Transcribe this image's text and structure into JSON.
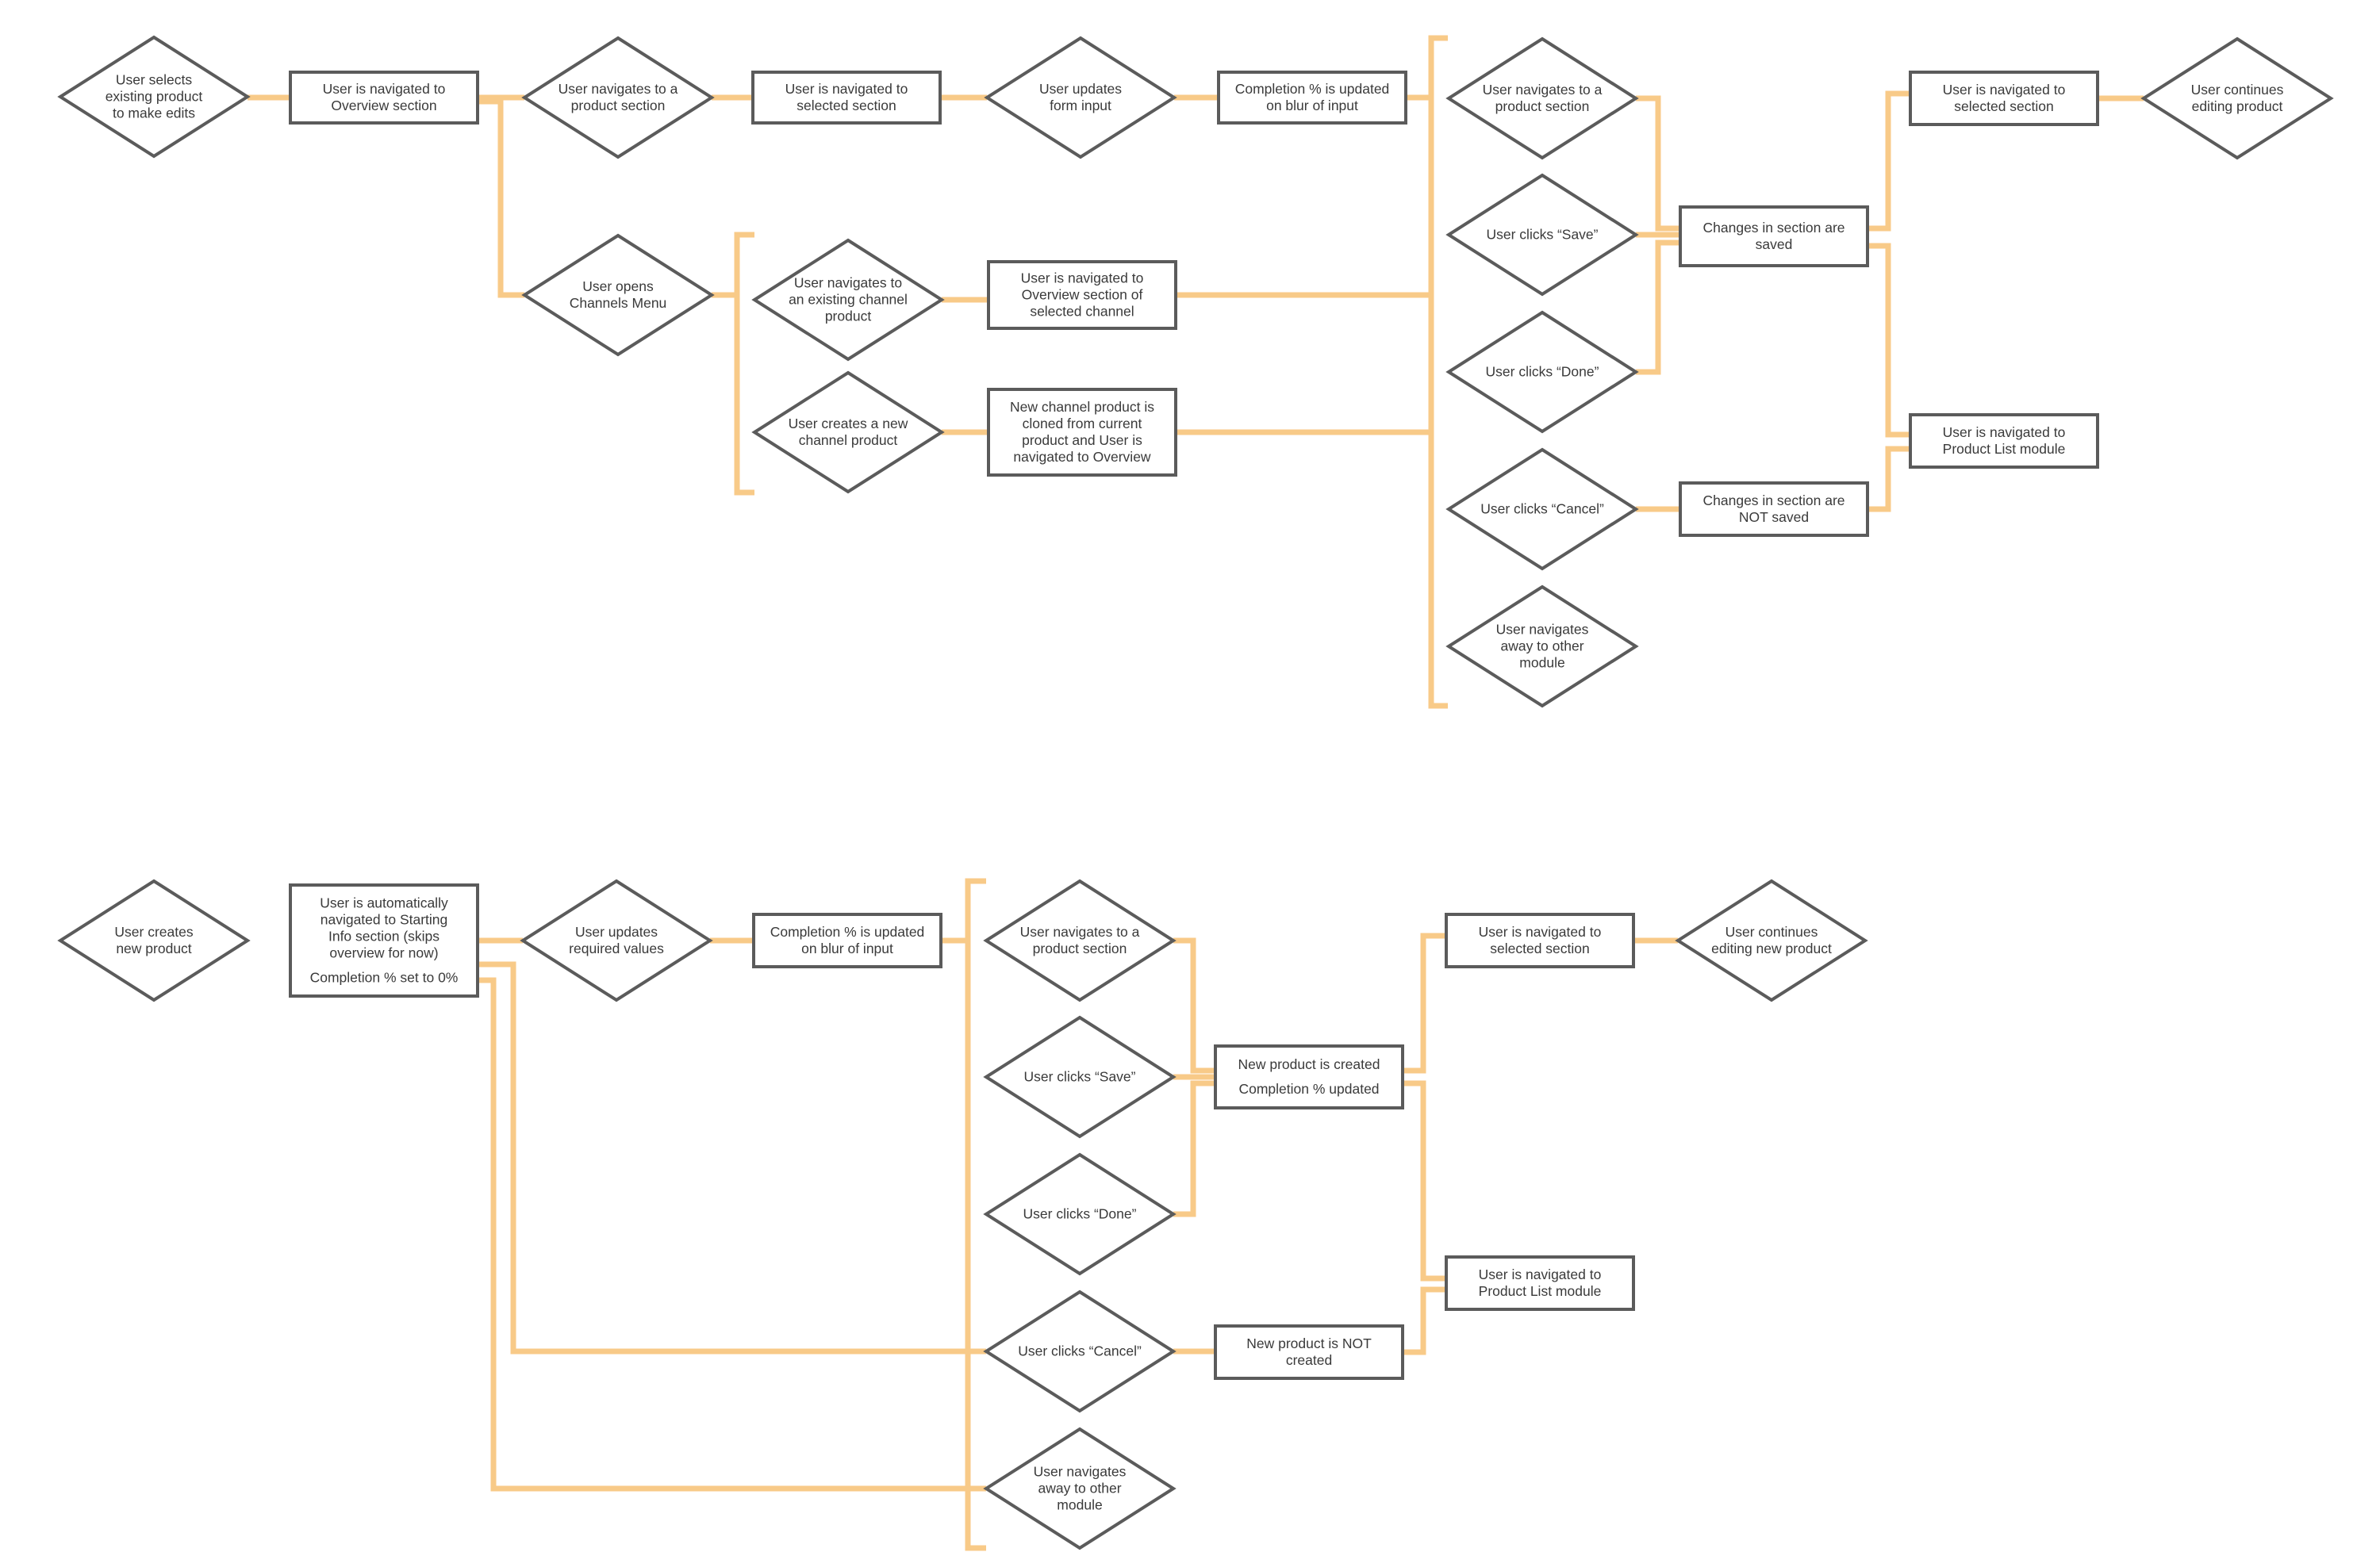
{
  "colors": {
    "connector": "#f8ca88",
    "outline": "#5b5b5b",
    "text": "#3a3a3a",
    "background": "#ffffff"
  },
  "flows": [
    {
      "id": "edit-existing",
      "nodes": [
        {
          "id": "e1",
          "shape": "decision",
          "lines": [
            "User selects",
            "existing product",
            "to make edits"
          ]
        },
        {
          "id": "e2",
          "shape": "process",
          "lines": [
            "User is navigated to",
            "Overview section"
          ]
        },
        {
          "id": "e3",
          "shape": "decision",
          "lines": [
            "User navigates to a",
            "product section"
          ]
        },
        {
          "id": "e4",
          "shape": "process",
          "lines": [
            "User is navigated to",
            "selected section"
          ]
        },
        {
          "id": "e5",
          "shape": "decision",
          "lines": [
            "User updates",
            "form input"
          ]
        },
        {
          "id": "e6",
          "shape": "process",
          "lines": [
            "Completion % is updated",
            "on blur of input"
          ]
        },
        {
          "id": "e7",
          "shape": "decision",
          "lines": [
            "User opens",
            "Channels Menu"
          ]
        },
        {
          "id": "e8",
          "shape": "decision",
          "lines": [
            "User navigates to",
            "an existing channel",
            "product"
          ]
        },
        {
          "id": "e9",
          "shape": "process",
          "lines": [
            "User is navigated to",
            "Overview section of",
            "selected channel"
          ]
        },
        {
          "id": "e10",
          "shape": "decision",
          "lines": [
            "User creates a new",
            "channel product"
          ]
        },
        {
          "id": "e11",
          "shape": "process",
          "lines": [
            "New channel product is",
            "cloned from current",
            "product and User is",
            "navigated to Overview"
          ]
        },
        {
          "id": "e12",
          "shape": "decision",
          "lines": [
            "User navigates to a",
            "product section"
          ]
        },
        {
          "id": "e13",
          "shape": "decision",
          "lines": [
            "User clicks “Save”"
          ]
        },
        {
          "id": "e14",
          "shape": "decision",
          "lines": [
            "User clicks “Done”"
          ]
        },
        {
          "id": "e15",
          "shape": "decision",
          "lines": [
            "User clicks “Cancel”"
          ]
        },
        {
          "id": "e16",
          "shape": "decision",
          "lines": [
            "User navigates",
            "away to other",
            "module"
          ]
        },
        {
          "id": "e17",
          "shape": "process",
          "lines": [
            "Changes in section are",
            "saved"
          ]
        },
        {
          "id": "e18",
          "shape": "process",
          "lines": [
            "Changes in section are",
            "NOT saved"
          ]
        },
        {
          "id": "e19",
          "shape": "process",
          "lines": [
            "User is navigated to",
            "selected section"
          ]
        },
        {
          "id": "e20",
          "shape": "decision",
          "lines": [
            "User continues",
            "editing product"
          ]
        },
        {
          "id": "e21",
          "shape": "process",
          "lines": [
            "User is navigated to",
            "Product List module"
          ]
        }
      ]
    },
    {
      "id": "create-new",
      "nodes": [
        {
          "id": "n1",
          "shape": "decision",
          "lines": [
            "User creates",
            "new product"
          ]
        },
        {
          "id": "n2",
          "shape": "process",
          "lines": [
            "User is automatically",
            "navigated to Starting",
            "Info section (skips",
            "overview for now)"
          ],
          "extra": "Completion % set to 0%"
        },
        {
          "id": "n3",
          "shape": "decision",
          "lines": [
            "User updates",
            "required values"
          ]
        },
        {
          "id": "n4",
          "shape": "process",
          "lines": [
            "Completion % is updated",
            "on blur of input"
          ]
        },
        {
          "id": "n5",
          "shape": "decision",
          "lines": [
            "User navigates to a",
            "product section"
          ]
        },
        {
          "id": "n6",
          "shape": "decision",
          "lines": [
            "User clicks “Save”"
          ]
        },
        {
          "id": "n7",
          "shape": "decision",
          "lines": [
            "User clicks “Done”"
          ]
        },
        {
          "id": "n8",
          "shape": "decision",
          "lines": [
            "User clicks “Cancel”"
          ]
        },
        {
          "id": "n9",
          "shape": "decision",
          "lines": [
            "User navigates",
            "away to other",
            "module"
          ]
        },
        {
          "id": "n10",
          "shape": "process",
          "lines": [
            "New product is created"
          ],
          "extra": "Completion % updated"
        },
        {
          "id": "n11",
          "shape": "process",
          "lines": [
            "New product is NOT",
            "created"
          ]
        },
        {
          "id": "n12",
          "shape": "process",
          "lines": [
            "User is navigated to",
            "selected section"
          ]
        },
        {
          "id": "n13",
          "shape": "decision",
          "lines": [
            "User continues",
            "editing new product"
          ]
        },
        {
          "id": "n14",
          "shape": "process",
          "lines": [
            "User is navigated to",
            "Product List module"
          ]
        }
      ]
    }
  ]
}
